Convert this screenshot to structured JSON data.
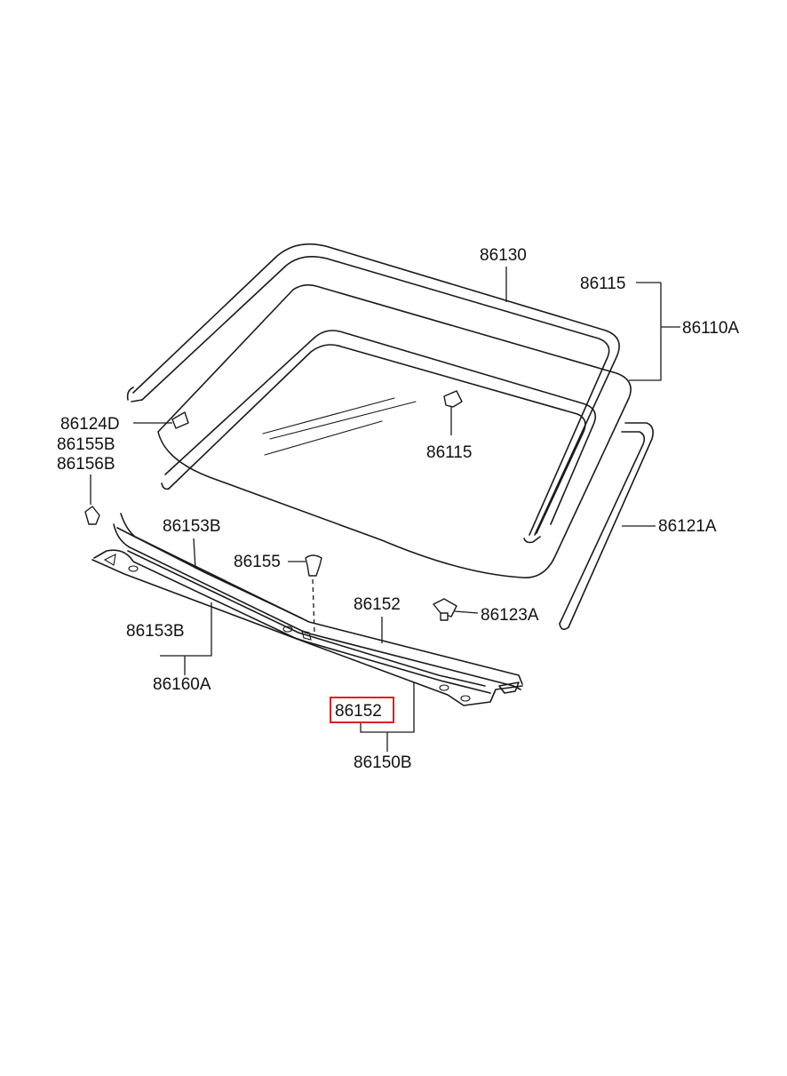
{
  "labels": {
    "weatherstrip_top": "86130",
    "glass_ref": "86115",
    "windshield_assy": "86110A",
    "dam_label_d": "86124D",
    "fastener_b": "86155B",
    "fastener_156b": "86156B",
    "bracket_center": "86115",
    "side_moulding": "86121A",
    "cowl_upper_left": "86153B",
    "fastener_center": "86155",
    "cowl_seal": "86152",
    "clip": "86123A",
    "cowl_lower_left": "86153B",
    "cowl_assy_a": "86160A",
    "cowl_seal_highlighted": "86152",
    "cowl_assy_b": "86150B"
  },
  "colors": {
    "line": "#1a1a1a",
    "highlight": "#e0201c",
    "background": "#ffffff"
  }
}
